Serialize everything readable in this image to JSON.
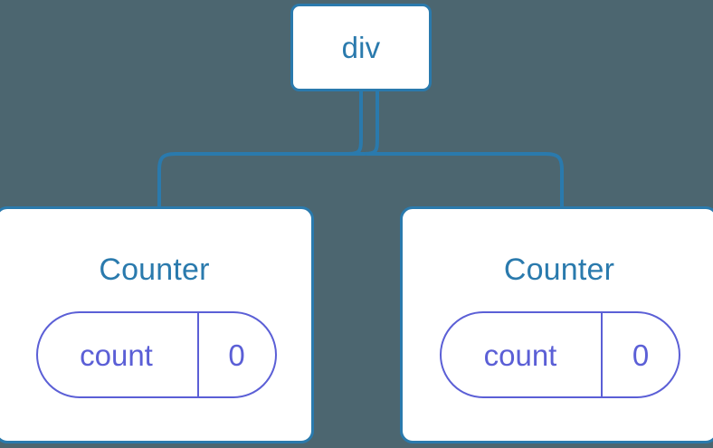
{
  "canvas": {
    "background_color": "#4c6670",
    "node_border_color": "#2a7aad",
    "node_fill_color": "#ffffff",
    "node_text_color": "#2a7aad",
    "pill_color": "#5b5fd6",
    "connector_color": "#2a7aad"
  },
  "tree": {
    "root": {
      "label": "div"
    },
    "children": [
      {
        "title": "Counter",
        "state": {
          "key": "count",
          "value": "0"
        }
      },
      {
        "title": "Counter",
        "state": {
          "key": "count",
          "value": "0"
        }
      }
    ]
  }
}
